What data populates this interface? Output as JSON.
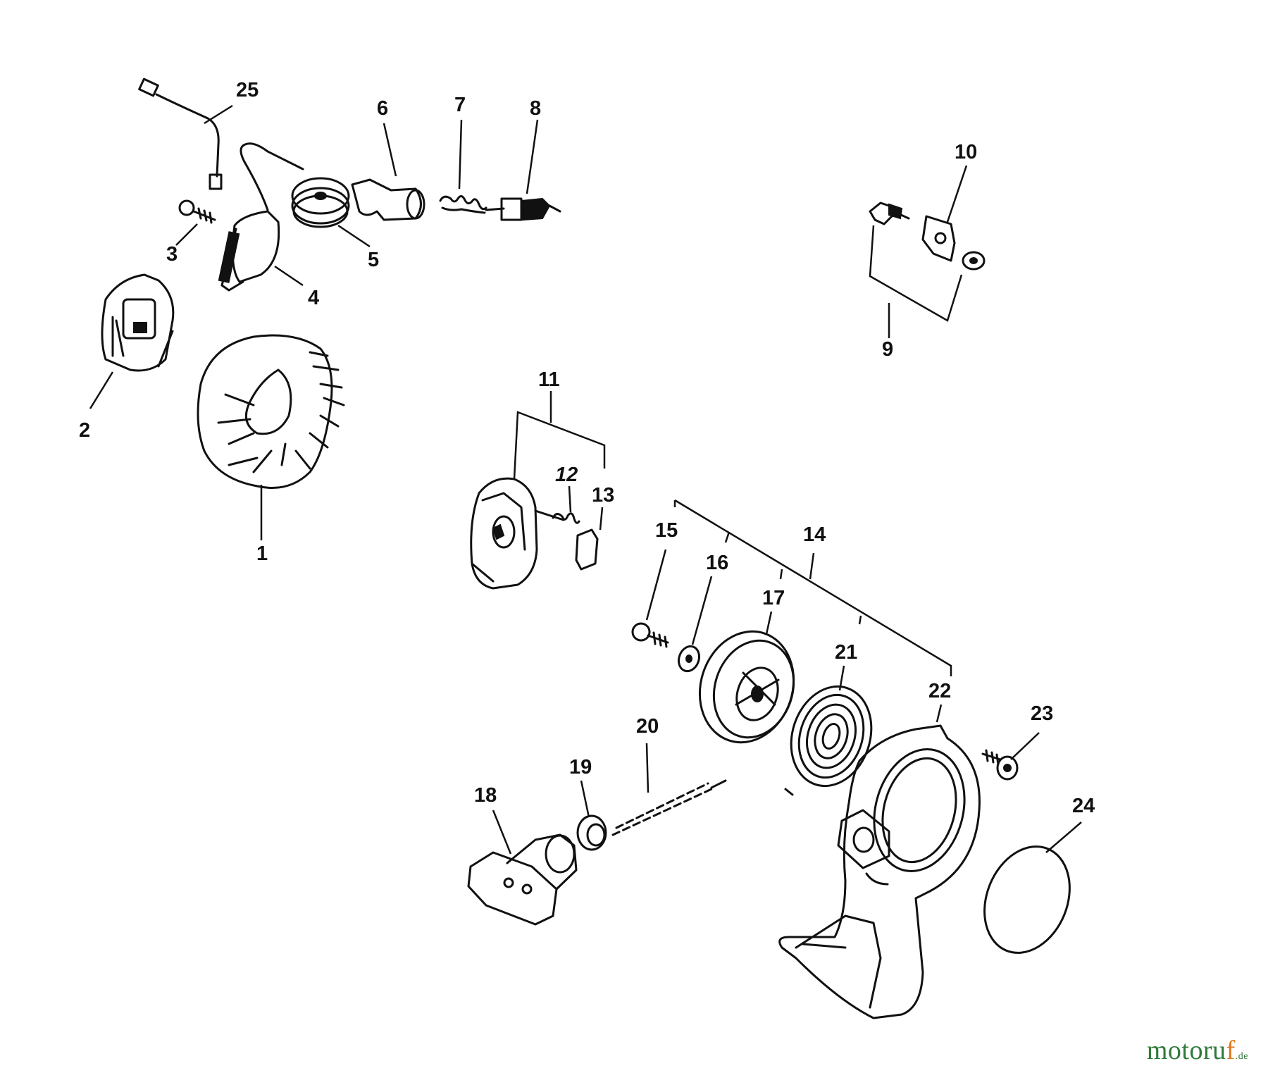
{
  "callouts": {
    "c1": "1",
    "c2": "2",
    "c3": "3",
    "c4": "4",
    "c5": "5",
    "c6": "6",
    "c7": "7",
    "c8": "8",
    "c9": "9",
    "c10": "10",
    "c11": "11",
    "c12": "12",
    "c13": "13",
    "c14": "14",
    "c15": "15",
    "c16": "16",
    "c17": "17",
    "c18": "18",
    "c19": "19",
    "c20": "20",
    "c21": "21",
    "c22": "22",
    "c23": "23",
    "c24": "24",
    "c25": "25"
  },
  "watermark": {
    "main": "motoru",
    "accent": "f",
    "tld": ".de"
  }
}
